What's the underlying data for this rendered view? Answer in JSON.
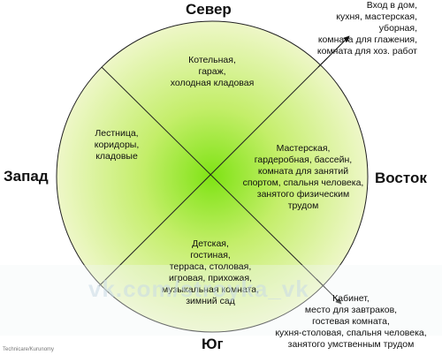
{
  "directions": {
    "north": "Север",
    "south": "Юг",
    "west": "Запад",
    "east": "Восток"
  },
  "zones": {
    "north": [
      "Котельная,",
      "гараж,",
      "холодная кладовая"
    ],
    "west": [
      "Лестница,",
      "коридоры,",
      "кладовые"
    ],
    "east": [
      "Мастерская,",
      "гардеробная, бассейн,",
      "комната для занятий",
      "спортом, спальня человека,",
      "занятого физическим",
      "трудом"
    ],
    "south": [
      "Детская,",
      "гостиная,",
      "терраса, столовая,",
      "игровая, прихожая,",
      "музыкальная комната,",
      "зимний сад"
    ]
  },
  "notes": {
    "northeast": [
      "Вход в дом,",
      "кухня, мастерская,",
      "уборная,",
      "комната для глажения,",
      "комната для хоз. работ"
    ],
    "southeast": [
      "Кабинет,",
      "место для завтраков,",
      "гостевая комната,",
      "кухня-столовая, спальня человека,",
      "занятого умственным трудом"
    ]
  },
  "watermark": "vk.com/stroyka_vk",
  "credit": "Technicare/Kurunomy",
  "colors": {
    "circle_center": "#7fe314",
    "circle_edge": "#eef7c8",
    "outline": "#222222"
  }
}
